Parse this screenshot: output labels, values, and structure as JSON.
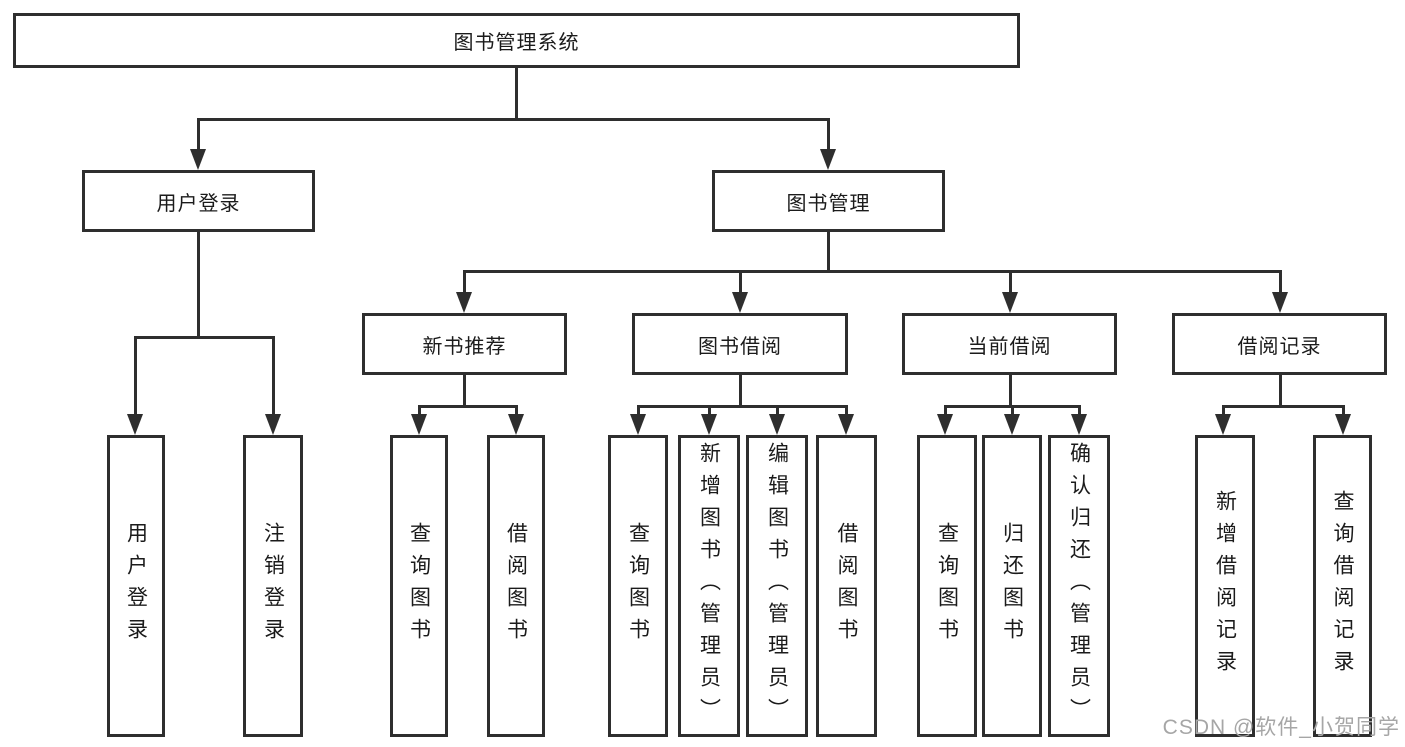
{
  "diagram_title": "图书管理系统",
  "watermark": {
    "text": "CSDN @软件_小贺同学"
  },
  "colors": {
    "line": "#2e2e2e",
    "box_border": "#2e2e2e",
    "box_background": "#ffffff",
    "text": "#1b1b1b",
    "watermark": "#a6a6a6"
  },
  "tree": {
    "root": {
      "label": "图书管理系统",
      "children": [
        {
          "label": "用户登录",
          "children": [
            {
              "label": "用户登录"
            },
            {
              "label": "注销登录"
            }
          ]
        },
        {
          "label": "图书管理",
          "children": [
            {
              "label": "新书推荐",
              "children": [
                {
                  "label": "查询图书"
                },
                {
                  "label": "借阅图书"
                }
              ]
            },
            {
              "label": "图书借阅",
              "children": [
                {
                  "label": "查询图书"
                },
                {
                  "label": "新增图书（管理员）"
                },
                {
                  "label": "编辑图书（管理员）"
                },
                {
                  "label": "借阅图书"
                }
              ]
            },
            {
              "label": "当前借阅",
              "children": [
                {
                  "label": "查询图书"
                },
                {
                  "label": "归还图书"
                },
                {
                  "label": "确认归还（管理员）"
                }
              ]
            },
            {
              "label": "借阅记录",
              "children": [
                {
                  "label": "新增借阅记录"
                },
                {
                  "label": "查询借阅记录"
                }
              ]
            }
          ]
        }
      ]
    }
  }
}
